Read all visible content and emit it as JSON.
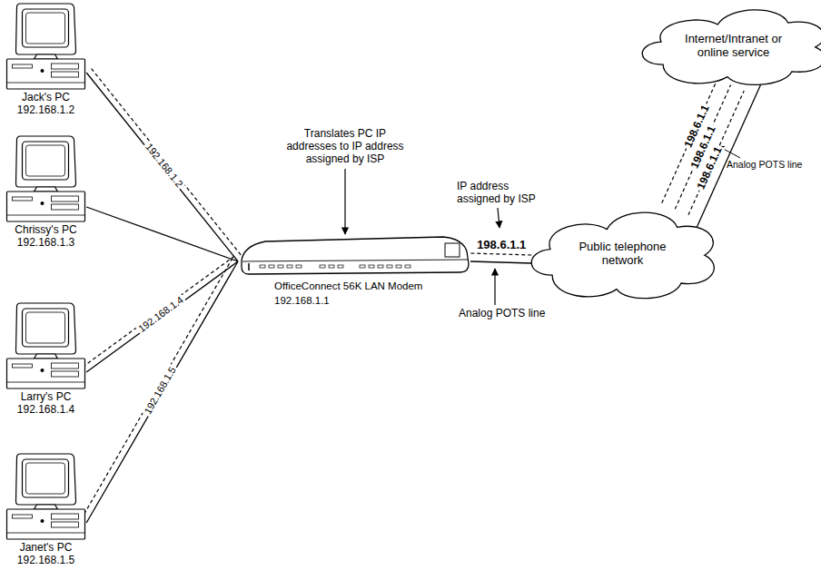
{
  "diagram": {
    "nodes": [
      {
        "text": [
          "Jack's PC",
          "192.168.1.2"
        ]
      },
      {
        "text": [
          "Chrissy's PC",
          "192.168.1.3"
        ]
      },
      {
        "text": [
          "Larry's PC",
          "192.168.1.4"
        ]
      },
      {
        "text": [
          "Janet's PC",
          "192.168.1.5"
        ]
      },
      {
        "text": [
          "OfficeConnect 56K LAN Modem",
          "192.168.1.1"
        ]
      },
      {
        "text": [
          "Public telephone network"
        ]
      },
      {
        "text": [
          "Internet/Intranet or online service"
        ]
      }
    ],
    "edges": [
      {
        "from": 0,
        "to": 4,
        "arrow": "none",
        "label": "192.168.1.2"
      },
      {
        "from": 1,
        "to": 4,
        "arrow": "none"
      },
      {
        "from": 2,
        "to": 4,
        "arrow": "none",
        "label": "192.168.1.4"
      },
      {
        "from": 3,
        "to": 4,
        "arrow": "none",
        "label": "192.168.1.5"
      },
      {
        "from": 4,
        "to": 5,
        "arrow": "none",
        "label": "198.6.1.1"
      },
      {
        "from": 5,
        "to": 6,
        "arrow": "none"
      }
    ],
    "labels": [
      "Translates PC IP addresses to IP address assigned by ISP",
      "IP address assigned by ISP",
      "198.6.1.1",
      "198.6.1.1",
      "198.6.1.1",
      "Analog POTS line",
      "Analog POTS line"
    ]
  }
}
